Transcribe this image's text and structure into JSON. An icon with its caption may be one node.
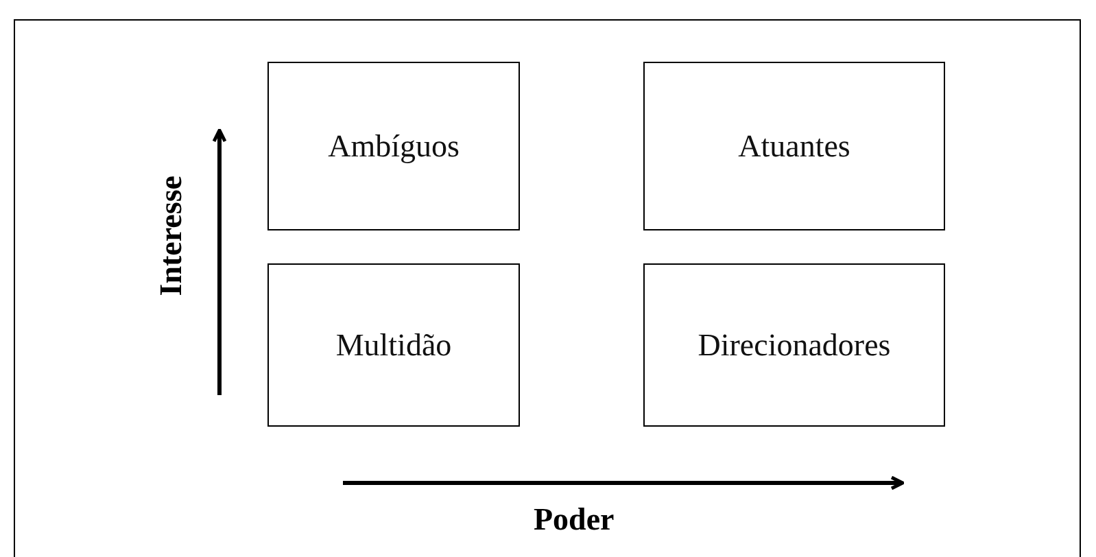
{
  "diagram": {
    "nodes": [
      {
        "text": [
          "Ambíguos"
        ]
      },
      {
        "text": [
          "Atuantes"
        ]
      },
      {
        "text": [
          "Multidão"
        ]
      },
      {
        "text": [
          "Direcionadores"
        ]
      }
    ],
    "labels": [
      "Interesse",
      "Poder"
    ]
  }
}
